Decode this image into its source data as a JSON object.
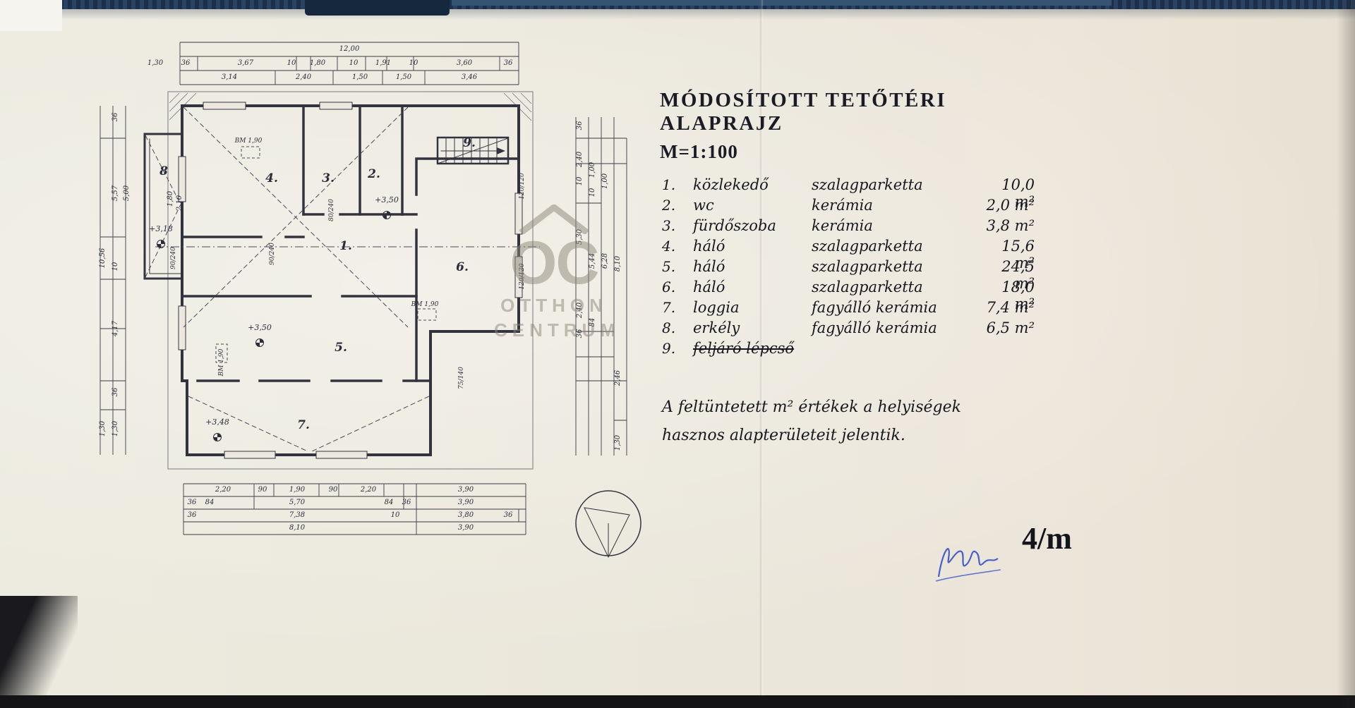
{
  "page": {
    "number_label": "4/m"
  },
  "title": {
    "line1": "MÓDOSÍTOTT TETŐTÉRI ALAPRAJZ",
    "line2": "M=1:100"
  },
  "legend": {
    "items": [
      {
        "num": "1.",
        "name": "közlekedő",
        "material": "szalagparketta",
        "area": "10,0",
        "unit": "m²",
        "struck": false
      },
      {
        "num": "2.",
        "name": "wc",
        "material": "kerámia",
        "area": "2,0",
        "unit": "m²",
        "struck": false
      },
      {
        "num": "3.",
        "name": "fürdőszoba",
        "material": "kerámia",
        "area": "3,8",
        "unit": "m²",
        "struck": false
      },
      {
        "num": "4.",
        "name": "háló",
        "material": "szalagparketta",
        "area": "15,6",
        "unit": "m²",
        "struck": false
      },
      {
        "num": "5.",
        "name": "háló",
        "material": "szalagparketta",
        "area": "24,5",
        "unit": "m²",
        "struck": false
      },
      {
        "num": "6.",
        "name": "háló",
        "material": "szalagparketta",
        "area": "18,0",
        "unit": "m²",
        "struck": false
      },
      {
        "num": "7.",
        "name": "loggia",
        "material": "fagyálló kerámia",
        "area": "7,4",
        "unit": "m²",
        "struck": false
      },
      {
        "num": "8.",
        "name": "erkély",
        "material": "fagyálló kerámia",
        "area": "6,5",
        "unit": "m²",
        "struck": false
      },
      {
        "num": "9.",
        "name": "feljáró lépcső",
        "material": "",
        "area": "",
        "unit": "",
        "struck": true
      }
    ],
    "note_line1": "A feltüntetett m² értékek a helyiségek",
    "note_line2": "hasznos alapterületeit jelentik."
  },
  "watermark": {
    "monogram": "OC",
    "line1": "OTTHON",
    "line2": "CENTRUM"
  },
  "plan": {
    "room_labels": [
      "4.",
      "3.",
      "2.",
      "1.",
      "6.",
      "5.",
      "7.",
      "8",
      "9."
    ],
    "elevations": [
      "+3,50",
      "+3,50",
      "+3,18",
      "+3,48"
    ],
    "annotations": [
      "BM 1,90",
      "BM 1,90",
      "BM 1,90",
      "90/240",
      "80/240",
      "120/120",
      "120/120",
      "75/140",
      "90/240"
    ],
    "dims": {
      "top_overall": "12,00",
      "top_row1": [
        "1,30",
        "36",
        "3,67",
        "10",
        "1,80",
        "10",
        "1,91",
        "10",
        "3,60",
        "36"
      ],
      "top_row2": [
        "3,14",
        "2,40",
        "1,50",
        "1,50",
        "3,46"
      ],
      "left": [
        "36",
        "5,57",
        "5,00",
        "10,56",
        "10",
        "4,17",
        "36",
        "1,30",
        "1,30"
      ],
      "left_inner": [
        "1,80",
        "2,10"
      ],
      "right": [
        "36",
        "2,40",
        "10",
        "1,00",
        "10",
        "1,00",
        "5,30",
        "5,44",
        "6,28",
        "8,10",
        "2,40",
        "84",
        "36",
        "2,46",
        "1,30"
      ],
      "bottom_row1": [
        "2,20",
        "90",
        "1,90",
        "90",
        "2,20",
        "3,90"
      ],
      "bottom_row2": [
        "36",
        "84",
        "5,70",
        "84",
        "36",
        "3,90"
      ],
      "bottom_row3": [
        "36",
        "7,38",
        "10",
        "3,80",
        "36"
      ],
      "bottom_row4": [
        "8,10",
        "3,90"
      ]
    }
  }
}
